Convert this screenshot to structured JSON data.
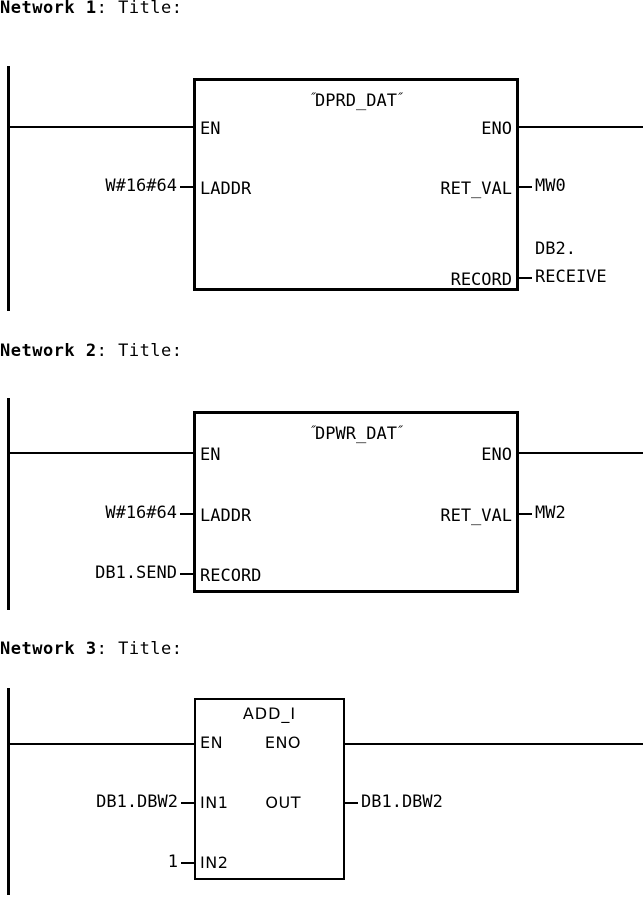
{
  "networks": [
    {
      "label": "Network 1",
      "title": ": Title:",
      "block": {
        "name": "DPRD_DAT",
        "quoted": true,
        "pins_left": [
          "EN",
          "LADDR"
        ],
        "pins_right": [
          "ENO",
          "RET_VAL",
          "RECORD"
        ],
        "inputs": [
          {
            "pin": "LADDR",
            "operand": "W#16#64"
          }
        ],
        "outputs": [
          {
            "pin": "RET_VAL",
            "operand": "MW0"
          },
          {
            "pin": "RECORD",
            "operand": "DB2.",
            "operand_line2": "RECEIVE"
          }
        ]
      }
    },
    {
      "label": "Network 2",
      "title": ": Title:",
      "block": {
        "name": "DPWR_DAT",
        "quoted": true,
        "pins_left": [
          "EN",
          "LADDR",
          "RECORD"
        ],
        "pins_right": [
          "ENO",
          "RET_VAL"
        ],
        "inputs": [
          {
            "pin": "LADDR",
            "operand": "W#16#64"
          },
          {
            "pin": "RECORD",
            "operand": "DB1.SEND"
          }
        ],
        "outputs": [
          {
            "pin": "RET_VAL",
            "operand": "MW2"
          }
        ]
      }
    },
    {
      "label": "Network 3",
      "title": ": Title:",
      "block": {
        "name": "ADD_I",
        "quoted": false,
        "pins_left": [
          "EN",
          "IN1",
          "IN2"
        ],
        "pins_right": [
          "ENO",
          "OUT"
        ],
        "inputs": [
          {
            "pin": "IN1",
            "operand": "DB1.DBW2"
          },
          {
            "pin": "IN2",
            "operand": "1"
          }
        ],
        "outputs": [
          {
            "pin": "OUT",
            "operand": "DB1.DBW2"
          }
        ]
      }
    }
  ],
  "n1": {
    "header_label": "Network 1",
    "header_title": ": Title:",
    "block_name": "DPRD_DAT",
    "pin_en": "EN",
    "pin_eno": "ENO",
    "pin_laddr": "LADDR",
    "pin_retval": "RET_VAL",
    "pin_record": "RECORD",
    "op_laddr": "W#16#64",
    "op_retval": "MW0",
    "op_record_1": "DB2.",
    "op_record_2": "RECEIVE"
  },
  "n2": {
    "header_label": "Network 2",
    "header_title": ": Title:",
    "block_name": "DPWR_DAT",
    "pin_en": "EN",
    "pin_eno": "ENO",
    "pin_laddr": "LADDR",
    "pin_record": "RECORD",
    "pin_retval": "RET_VAL",
    "op_laddr": "W#16#64",
    "op_record": "DB1.SEND",
    "op_retval": "MW2"
  },
  "n3": {
    "header_label": "Network 3",
    "header_title": ": Title:",
    "block_name": "ADD_I",
    "pin_en": "EN",
    "pin_eno": "ENO",
    "pin_in1": "IN1",
    "pin_in2": "IN2",
    "pin_out": "OUT",
    "op_in1": "DB1.DBW2",
    "op_in2": "1",
    "op_out": "DB1.DBW2"
  },
  "colors": {
    "line": "#000000",
    "background": "#ffffff",
    "text": "#000000"
  }
}
